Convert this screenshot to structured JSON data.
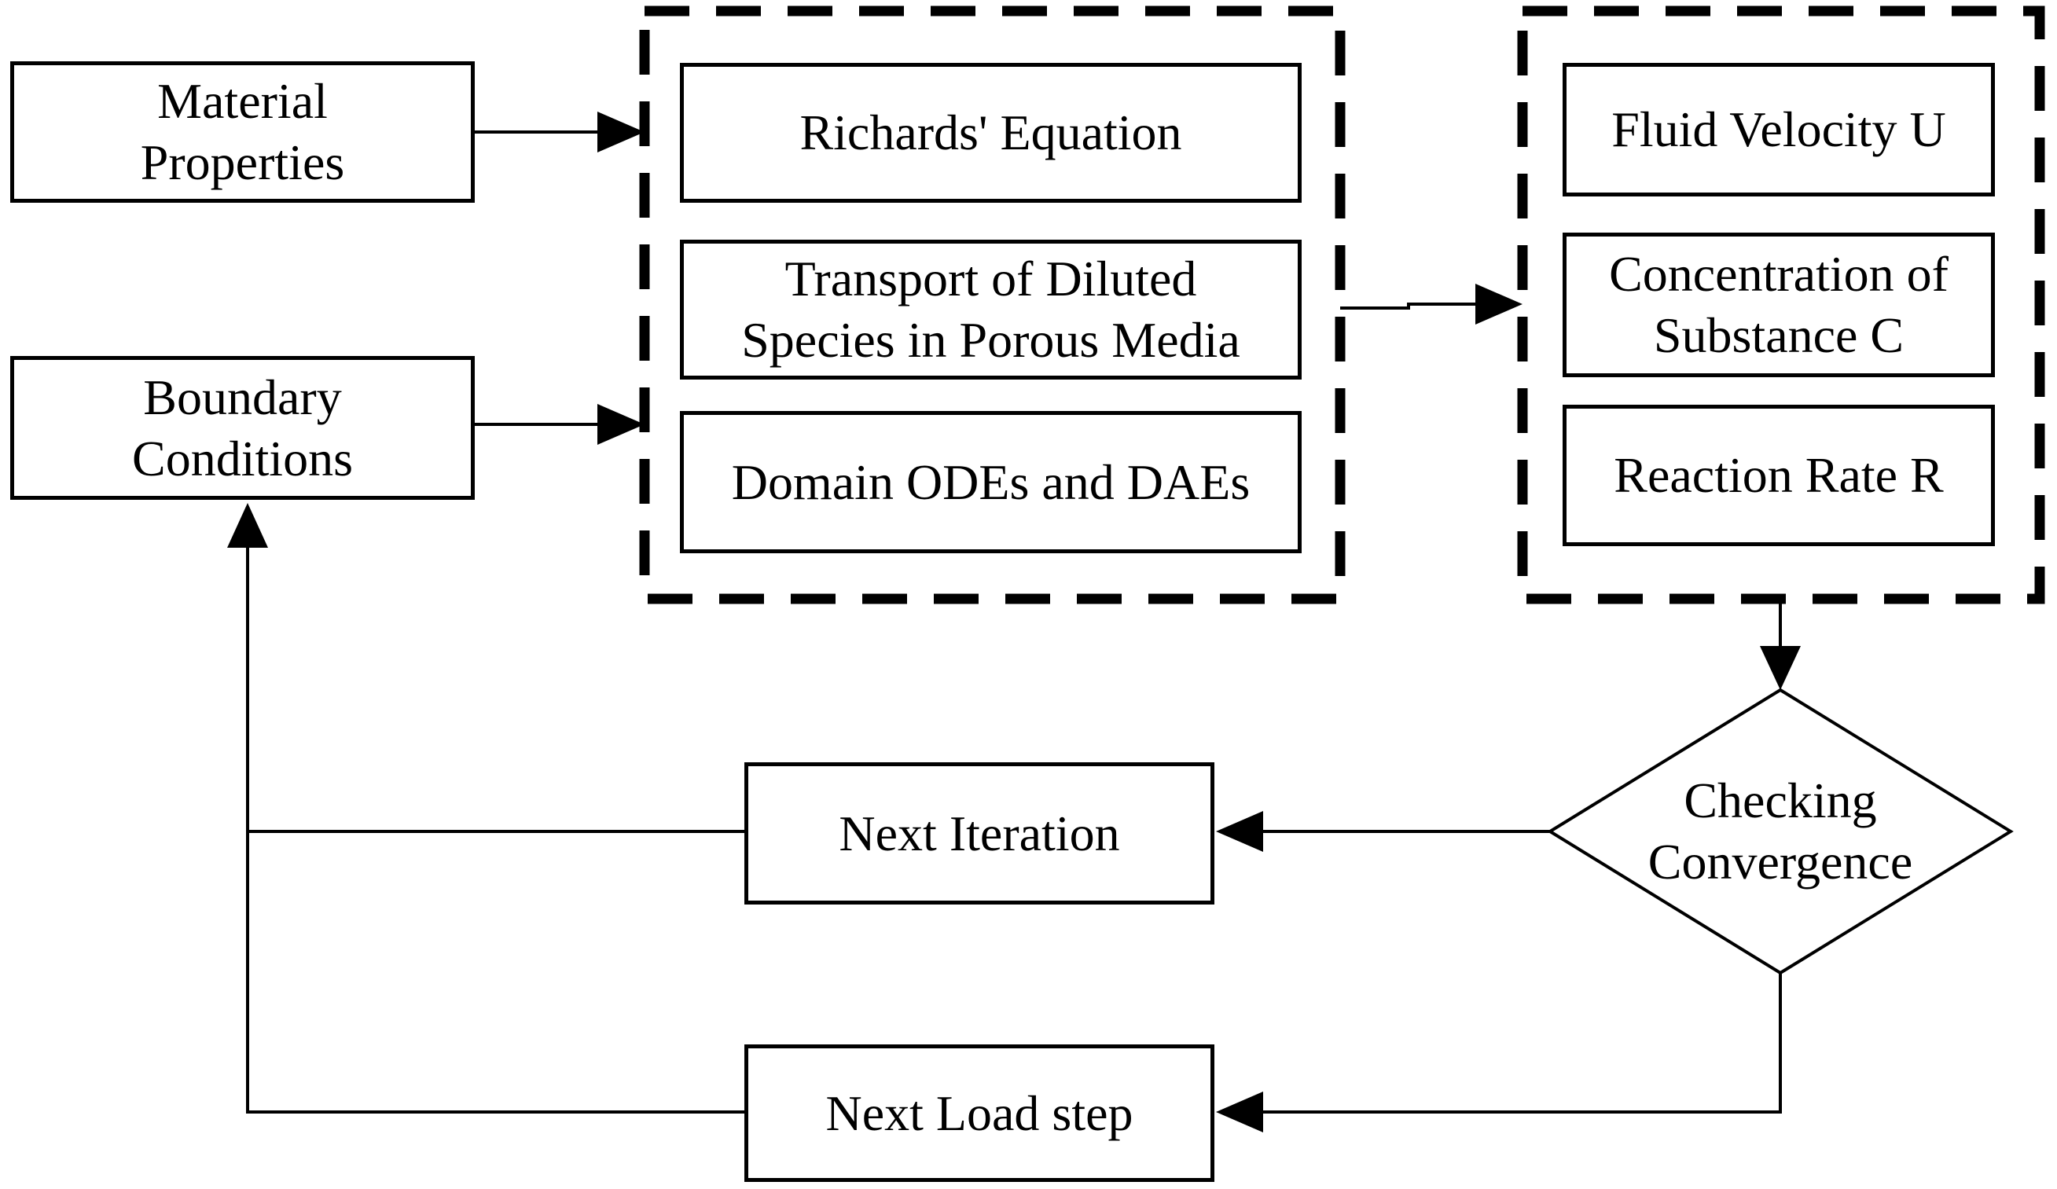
{
  "colors": {
    "ink": "#000000",
    "background": "#ffffff"
  },
  "nodes": {
    "material_properties": {
      "lines": [
        "Material",
        "Properties"
      ]
    },
    "boundary_conditions": {
      "lines": [
        "Boundary",
        "Conditions"
      ]
    },
    "richards_equation": {
      "lines": [
        "Richards' Equation"
      ]
    },
    "transport_diluted_species": {
      "lines": [
        "Transport of Diluted",
        "Species in Porous Media"
      ]
    },
    "domain_odes_daes": {
      "lines": [
        "Domain ODEs and DAEs"
      ]
    },
    "fluid_velocity": {
      "lines": [
        "Fluid Velocity U"
      ]
    },
    "concentration_substance": {
      "lines": [
        "Concentration of",
        "Substance C"
      ]
    },
    "reaction_rate": {
      "lines": [
        "Reaction Rate R"
      ]
    },
    "checking_convergence": {
      "lines": [
        "Checking",
        "Convergence"
      ]
    },
    "next_iteration": {
      "lines": [
        "Next Iteration"
      ]
    },
    "next_load_step": {
      "lines": [
        "Next Load step"
      ]
    }
  }
}
